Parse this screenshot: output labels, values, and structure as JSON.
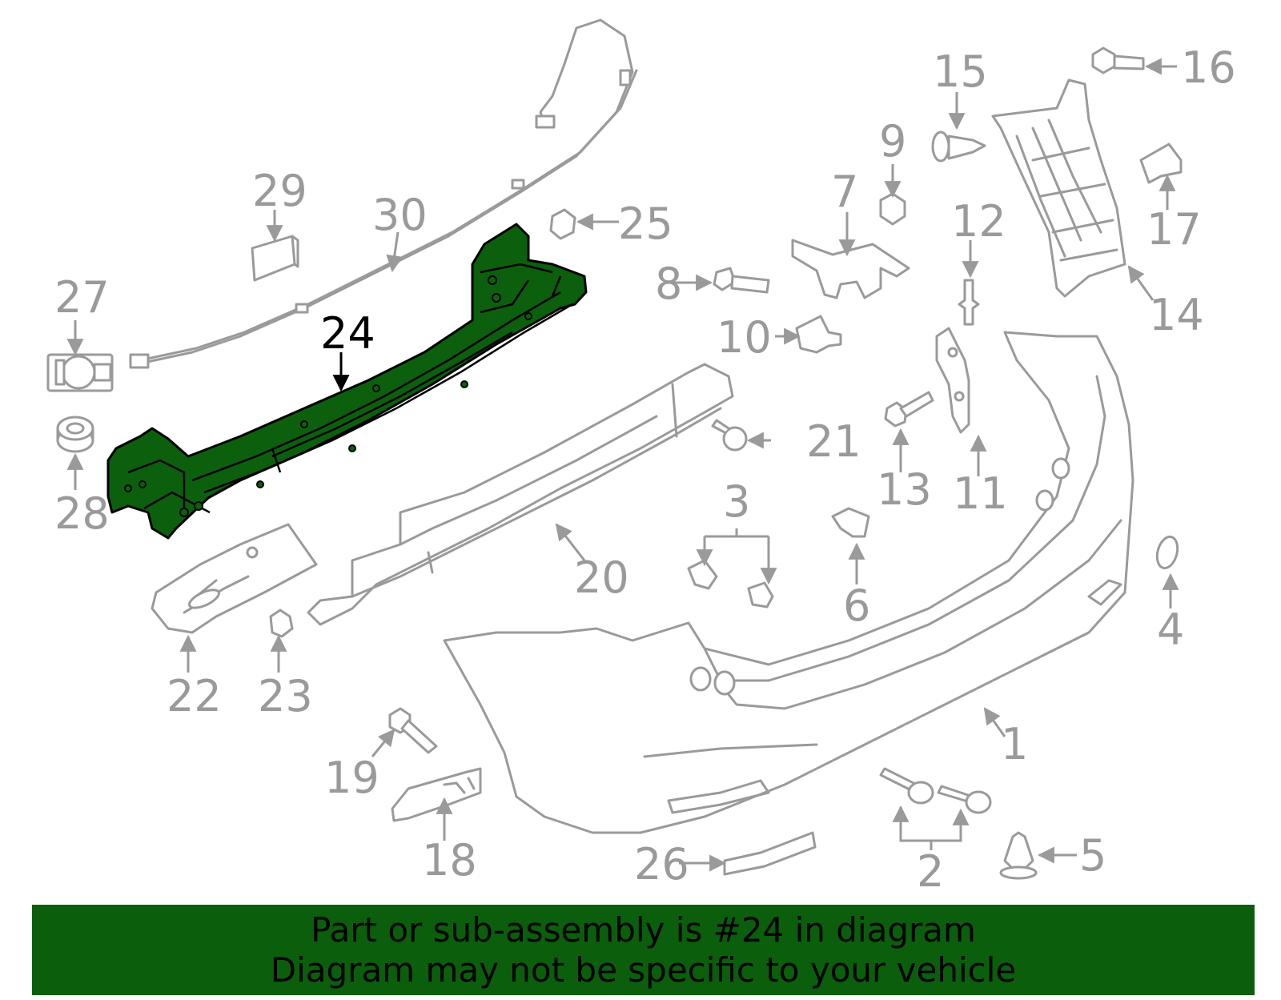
{
  "diagram": {
    "highlight_color": "#0c5f0c",
    "line_color": "#9a9a9a",
    "highlighted_callout": "24",
    "callouts": {
      "c1": "1",
      "c2": "2",
      "c3": "3",
      "c4": "4",
      "c5": "5",
      "c6": "6",
      "c7": "7",
      "c8": "8",
      "c9": "9",
      "c10": "10",
      "c11": "11",
      "c12": "12",
      "c13": "13",
      "c14": "14",
      "c15": "15",
      "c16": "16",
      "c17": "17",
      "c18": "18",
      "c19": "19",
      "c20": "20",
      "c21": "21",
      "c22": "22",
      "c23": "23",
      "c24": "24",
      "c25": "25",
      "c26": "26",
      "c27": "27",
      "c28": "28",
      "c29": "29",
      "c30": "30"
    }
  },
  "banner": {
    "line1": "Part or sub-assembly is #24 in diagram",
    "line2": "Diagram may not be specific to your vehicle",
    "background": "#0b5e0b"
  }
}
